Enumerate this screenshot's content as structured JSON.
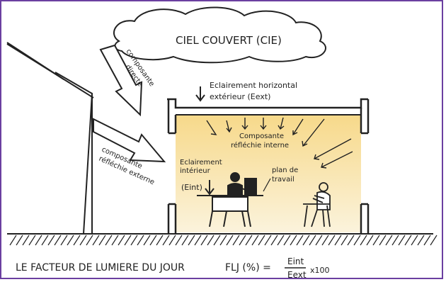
{
  "sky": {
    "label": "CIEL COUVERT (CIE)"
  },
  "direct_component": {
    "line1": "composante",
    "line2": "directe"
  },
  "external_reflected": {
    "line1": "composante",
    "line2": "réfléchie externe"
  },
  "horizontal_exterior": {
    "line1": "Eclairement horizontal",
    "line2": "extérieur (Eext)"
  },
  "internal_reflected": {
    "line1": "Composante",
    "line2": "réfléchie interne"
  },
  "interior_lighting": {
    "line1": "Eclairement",
    "line2": "intérieur",
    "line3": "(Eint)"
  },
  "work_plane": {
    "line1": "plan de",
    "line2": "travail"
  },
  "footer": {
    "title": "LE FACTEUR DE LUMIERE DU JOUR",
    "formula_prefix": "FLJ (%) =",
    "numerator": "Eint",
    "denominator": "Eext",
    "suffix": "x100"
  },
  "colors": {
    "frame": "#6b3fa0",
    "ink": "#222222",
    "room_glow_top": "#f7d98a",
    "room_glow_bottom": "#fbf3dc",
    "arrow_fill": "#ffffff"
  }
}
